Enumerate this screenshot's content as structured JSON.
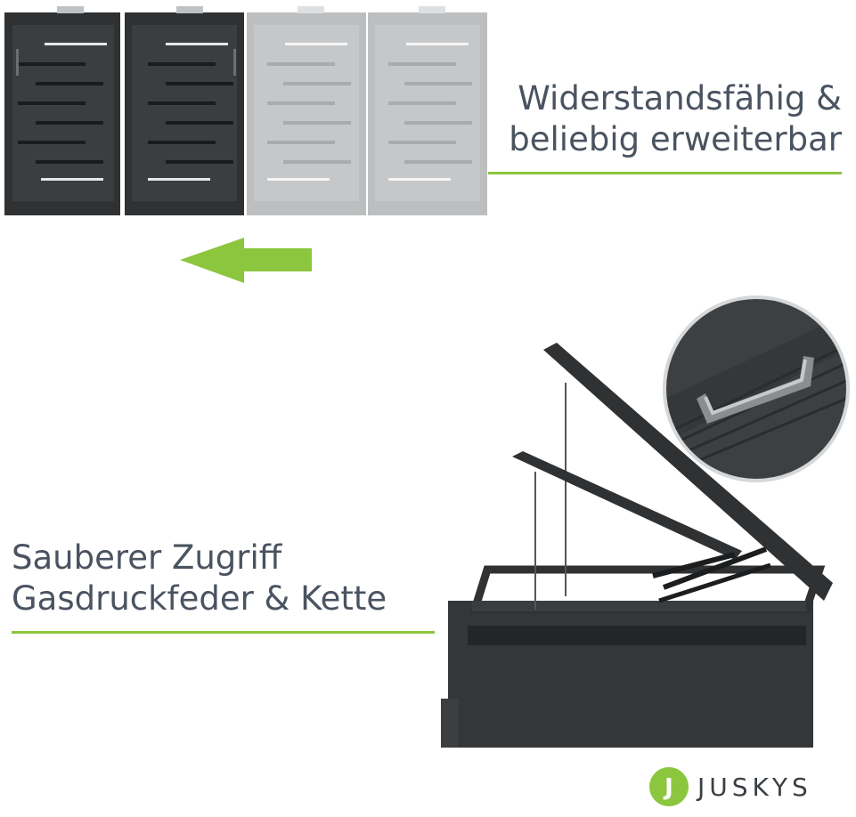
{
  "captions": {
    "top_line1": "Widerstandsfähig &",
    "top_line2": "beliebig erweiterbar",
    "bottom_line1": "Sauberer Zugriff",
    "bottom_line2": "Gasdruckfeder & Kette"
  },
  "brand": {
    "name": "JUSKYS",
    "badge_letter": "J"
  },
  "colors": {
    "accent_green": "#8cc63f",
    "text_gray": "#4a5360",
    "anthracite": "#2f3133",
    "ghost_gray": "#a7a9ab"
  },
  "icons": {
    "arrow": "arrow-left-icon",
    "logo": "juskys-logo-icon"
  }
}
